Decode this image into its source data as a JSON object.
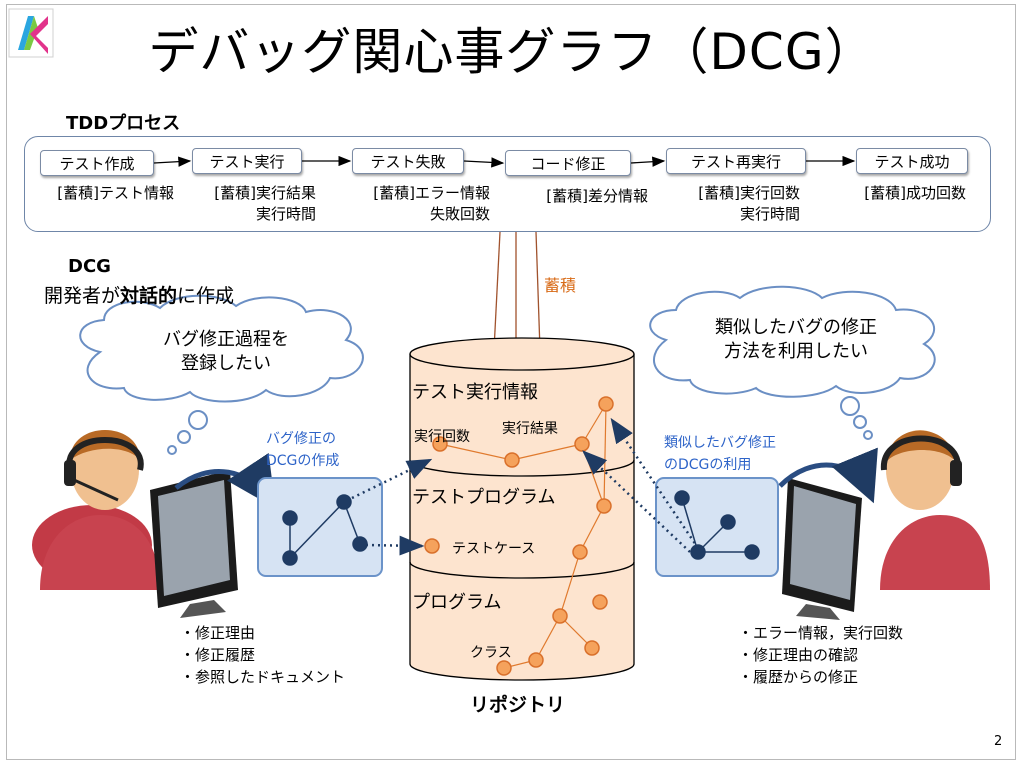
{
  "title": "デバッグ関心事グラフ（DCG）",
  "tdd": {
    "heading": "TDDプロセス",
    "steps": [
      {
        "label": "テスト作成",
        "note": "[蓄積]テスト情報"
      },
      {
        "label": "テスト実行",
        "note": "[蓄積]実行結果\n実行時間"
      },
      {
        "label": "テスト失敗",
        "note": "[蓄積]エラー情報\n失敗回数"
      },
      {
        "label": "コード修正",
        "note": "[蓄積]差分情報"
      },
      {
        "label": "テスト再実行",
        "note": "[蓄積]実行回数\n実行時間"
      },
      {
        "label": "テスト成功",
        "note": "[蓄積]成功回数"
      }
    ]
  },
  "accumulate_label": "蓄積",
  "dcg": {
    "heading": "DCG",
    "subtitle_pre": "開発者が",
    "subtitle_bold": "対話的",
    "subtitle_post": "に作成"
  },
  "left_bubble": "バグ修正過程を\n登録したい",
  "right_bubble": "類似したバグの修正\n方法を利用したい",
  "left_caption": "バグ修正の\nDCGの作成",
  "right_caption": "類似したバグ修正\nのDCGの利用",
  "repository": {
    "layers": [
      "テスト実行情報",
      "テストプログラム",
      "プログラム"
    ],
    "labels": {
      "exec_count": "実行回数",
      "exec_result": "実行結果",
      "test_case": "テストケース",
      "class": "クラス"
    },
    "name": "リポジトリ"
  },
  "left_bullets": "・修正理由\n・修正履歴\n・参照したドキュメント",
  "right_bullets": "・エラー情報，実行回数\n・修正理由の確認\n・履歴からの修正",
  "page_number": "2",
  "colors": {
    "orange_node": "#f5a25c",
    "orange_stroke": "#d9702b",
    "blue_node": "#1f3b63",
    "panel_fill": "#d6e3f3",
    "panel_stroke": "#6b93c9",
    "cylinder_fill": "#fde4cf",
    "cylinder_stroke": "#000000",
    "arrow_brown": "#a0522d",
    "caption_blue": "#2d63c8",
    "accumulate_orange": "#d86a16"
  }
}
